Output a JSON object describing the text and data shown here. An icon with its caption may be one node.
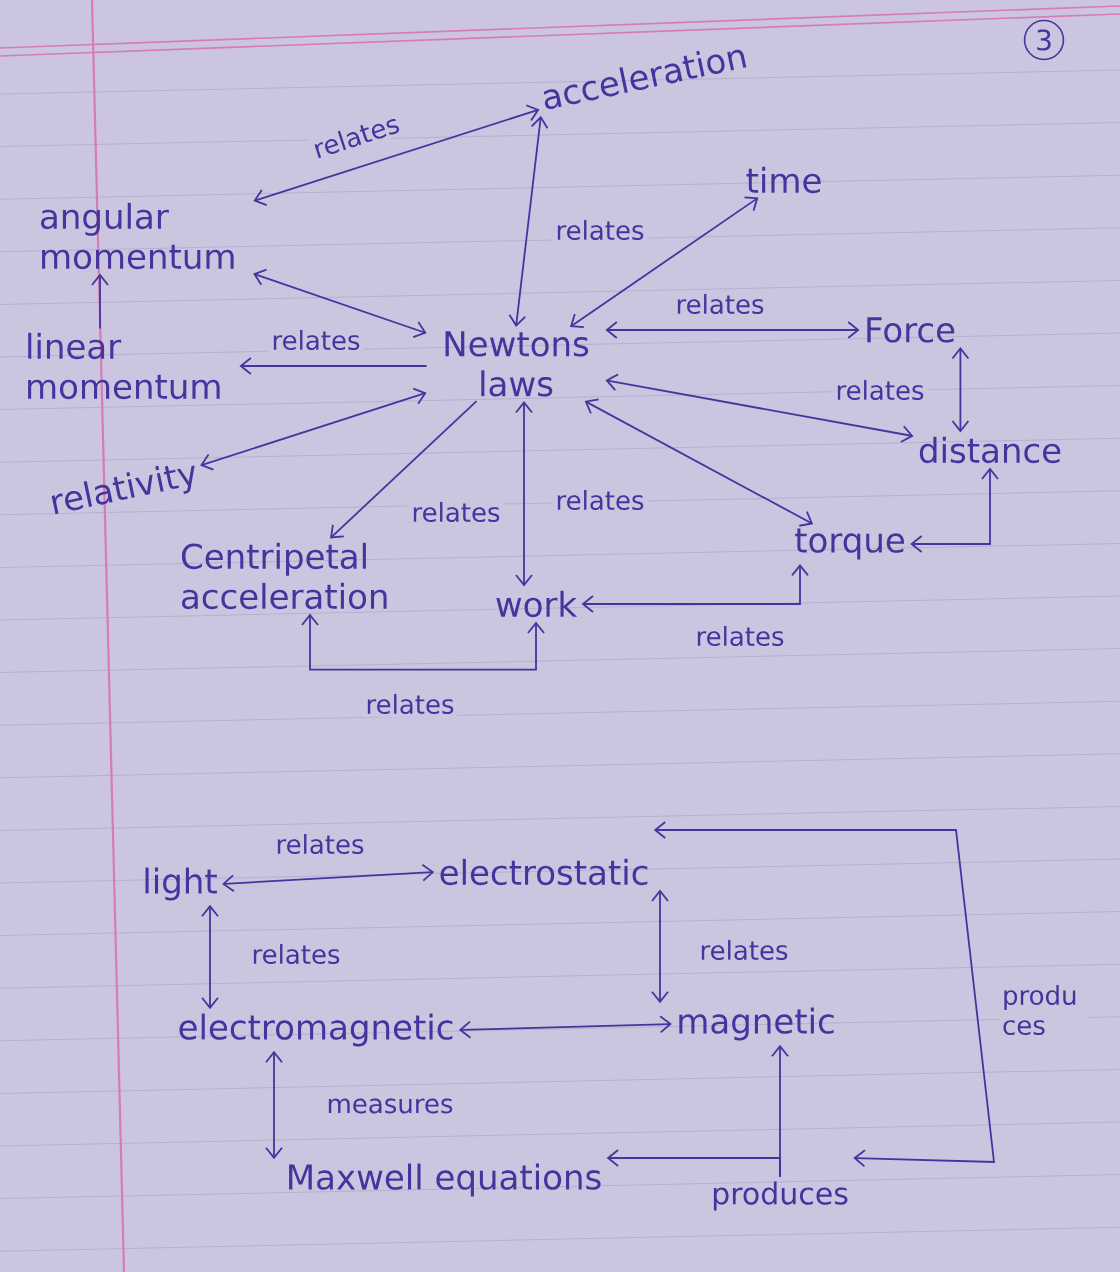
{
  "diagram": {
    "nodes": [
      {
        "text": [
          "acceleration"
        ]
      },
      {
        "text": [
          "time"
        ]
      },
      {
        "text": [
          "angular momentum"
        ]
      },
      {
        "text": [
          "linear momentum"
        ]
      },
      {
        "text": [
          "Newtons laws"
        ]
      },
      {
        "text": [
          "Force"
        ]
      },
      {
        "text": [
          "distance"
        ]
      },
      {
        "text": [
          "relativity"
        ]
      },
      {
        "text": [
          "Centripetal acceleration"
        ]
      },
      {
        "text": [
          "work"
        ]
      },
      {
        "text": [
          "torque"
        ]
      },
      {
        "text": [
          "light"
        ]
      },
      {
        "text": [
          "electrostatic"
        ]
      },
      {
        "text": [
          "electromagnetic"
        ]
      },
      {
        "text": [
          "magnetic"
        ]
      },
      {
        "text": [
          "Maxwell equations"
        ]
      },
      {
        "text": [
          "produces"
        ]
      }
    ],
    "edges": [
      {
        "from": 2,
        "to": 0,
        "arrow": "both",
        "label": "relates"
      },
      {
        "from": 4,
        "to": 0,
        "arrow": "both"
      },
      {
        "from": 4,
        "to": 1,
        "arrow": "both",
        "label": "relates"
      },
      {
        "from": 2,
        "to": 4,
        "arrow": "both"
      },
      {
        "from": 3,
        "to": 2,
        "arrow": "to"
      },
      {
        "from": 4,
        "to": 3,
        "arrow": "to",
        "label": "relates"
      },
      {
        "from": 4,
        "to": 5,
        "arrow": "both",
        "label": "relates"
      },
      {
        "from": 5,
        "to": 6,
        "arrow": "both",
        "label": "relates"
      },
      {
        "from": 4,
        "to": 6,
        "arrow": "both"
      },
      {
        "from": 4,
        "to": 7,
        "arrow": "both"
      },
      {
        "from": 4,
        "to": 8,
        "arrow": "to",
        "label": "relates"
      },
      {
        "from": 4,
        "to": 9,
        "arrow": "both",
        "label": "relates"
      },
      {
        "from": 4,
        "to": 10,
        "arrow": "both"
      },
      {
        "from": 10,
        "to": 9,
        "arrow": "both",
        "label": "relates"
      },
      {
        "from": 10,
        "to": 6,
        "arrow": "both"
      },
      {
        "from": 8,
        "to": 9,
        "arrow": "both",
        "label": "relates"
      },
      {
        "from": 11,
        "to": 12,
        "arrow": "both",
        "label": "relates"
      },
      {
        "from": 11,
        "to": 13,
        "arrow": "both",
        "label": "relates"
      },
      {
        "from": 12,
        "to": 14,
        "arrow": "both",
        "label": "relates"
      },
      {
        "from": 13,
        "to": 14,
        "arrow": "both"
      },
      {
        "from": 13,
        "to": 15,
        "arrow": "both",
        "label": "measures"
      },
      {
        "from": 16,
        "to": 15,
        "arrow": "to"
      },
      {
        "from": 16,
        "to": 14,
        "arrow": "to"
      },
      {
        "from": 16,
        "to": 12,
        "arrow": "both",
        "label": "produ ces"
      }
    ],
    "labels": [
      "3"
    ]
  }
}
